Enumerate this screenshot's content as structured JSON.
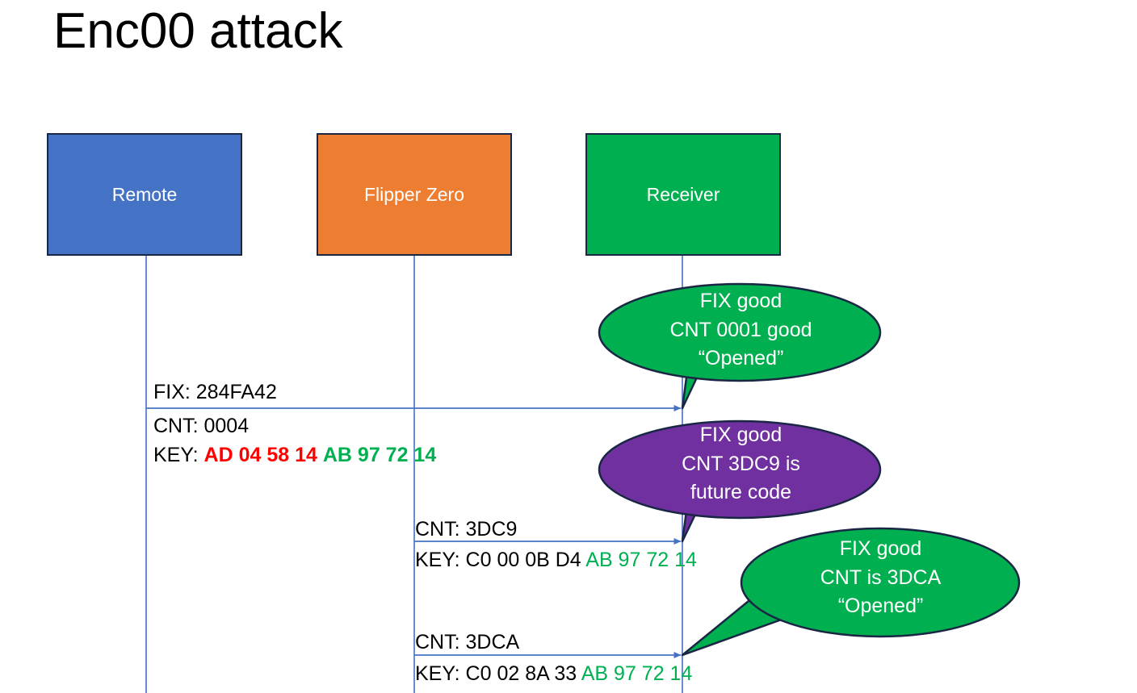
{
  "slide": {
    "title": "Enc00 attack"
  },
  "colors": {
    "remote": "#4472C4",
    "flipper": "#ED7D31",
    "receiver": "#00B050",
    "bubble_good": "#00B050",
    "bubble_warn": "#7030A0",
    "lifeline": "#4472C4",
    "outline": "#1a2744",
    "key_old": "#FF0000",
    "key_new": "#00B050",
    "text": "#000000"
  },
  "actors": [
    {
      "id": "remote",
      "label": "Remote"
    },
    {
      "id": "flipper",
      "label": "Flipper Zero"
    },
    {
      "id": "receiver",
      "label": "Receiver"
    }
  ],
  "messages": [
    {
      "id": "msg-1",
      "from": "remote",
      "to": "receiver",
      "lines": [
        {
          "text": "FIX: 284FA42"
        },
        {
          "text": "CNT: 0004"
        }
      ],
      "key_label": "KEY:",
      "key_old": "AD 04 58 14",
      "key_new": "AB 97 72 14"
    },
    {
      "id": "msg-2",
      "from": "flipper",
      "to": "receiver",
      "lines": [
        {
          "text": "CNT: 3DC9"
        }
      ],
      "key_label": "KEY:",
      "key_old": "C0 00 0B D4",
      "key_new": "AB 97 72 14"
    },
    {
      "id": "msg-3",
      "from": "flipper",
      "to": "receiver",
      "lines": [
        {
          "text": "CNT: 3DCA"
        }
      ],
      "key_label": "KEY:",
      "key_old": "C0 02 8A 33",
      "key_new": "AB 97 72 14"
    }
  ],
  "bubbles": [
    {
      "id": "bubble-1",
      "color": "#00B050",
      "line1": "FIX good",
      "line2": "CNT 0001 good",
      "line3": "“Opened”"
    },
    {
      "id": "bubble-2",
      "color": "#7030A0",
      "line1": "FIX good",
      "line2": "CNT 3DC9 is",
      "line3": "future code"
    },
    {
      "id": "bubble-3",
      "color": "#00B050",
      "line1": "FIX good",
      "line2": "CNT is 3DCA",
      "line3": "“Opened”"
    }
  ]
}
